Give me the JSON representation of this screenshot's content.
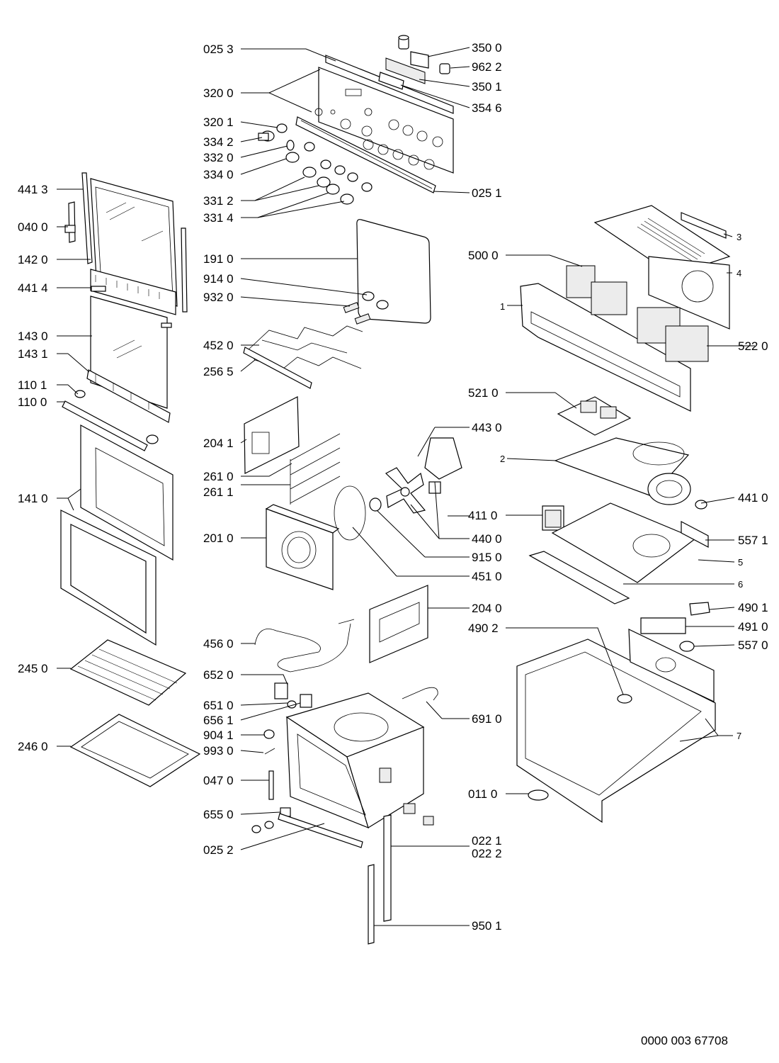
{
  "diagram": {
    "document_number": "0000 003 67708",
    "labels": [
      "025 3",
      "320 0",
      "320 1",
      "334 2",
      "332 0",
      "334 0",
      "331 2",
      "331 4",
      "350 0",
      "962 2",
      "350 1",
      "354 6",
      "025 1",
      "441 3",
      "040 0",
      "142 0",
      "441 4",
      "143 0",
      "143 1",
      "110 1",
      "110 0",
      "141 0",
      "191 0",
      "914 0",
      "932 0",
      "452 0",
      "256 5",
      "500 0",
      "1",
      "3",
      "4",
      "522 0",
      "521 0",
      "443 0",
      "2",
      "441 0",
      "411 0",
      "440 0",
      "557 1",
      "915 0",
      "5",
      "451 0",
      "6",
      "204 1",
      "261 0",
      "261 1",
      "201 0",
      "204 0",
      "490 1",
      "490 2",
      "491 0",
      "557 0",
      "456 0",
      "245 0",
      "652 0",
      "651 0",
      "656 1",
      "691 0",
      "904 1",
      "993 0",
      "246 0",
      "047 0",
      "7",
      "011 0",
      "655 0",
      "025 2",
      "022 1",
      "022 2",
      "950 1"
    ]
  }
}
